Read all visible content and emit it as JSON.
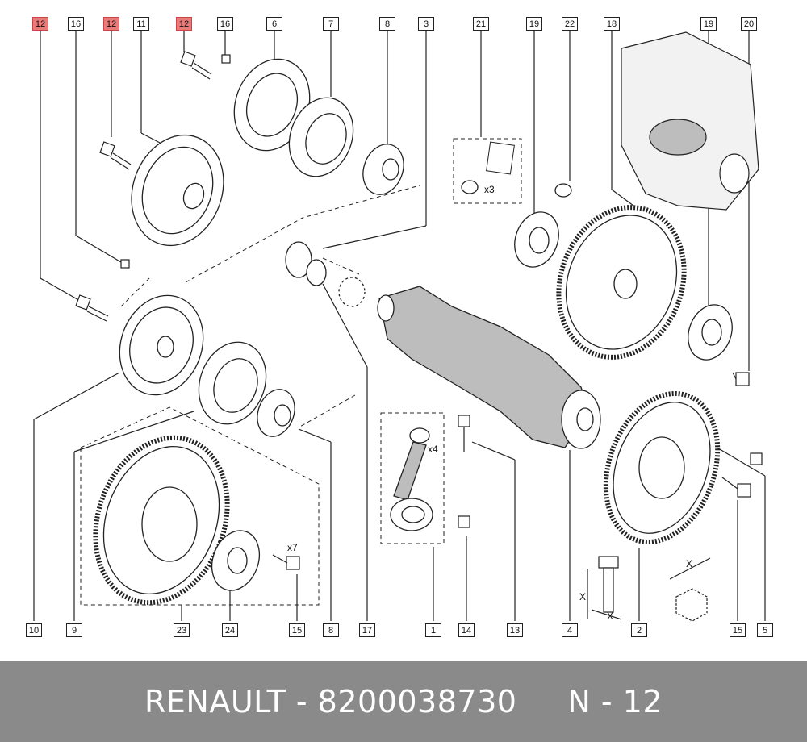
{
  "diagram": {
    "top_callouts": [
      "12",
      "16",
      "12",
      "11",
      "12",
      "16",
      "6",
      "7",
      "8",
      "3",
      "21",
      "19",
      "22",
      "18",
      "19",
      "20"
    ],
    "highlighted_value": "12",
    "bottom_callouts": [
      "10",
      "9",
      "23",
      "24",
      "15",
      "8",
      "17",
      "1",
      "14",
      "13",
      "4",
      "2",
      "15",
      "5"
    ],
    "quantities": {
      "x3": "x3",
      "x4": "x4",
      "x7": "x7"
    },
    "measure_labels": {
      "x_label": "X",
      "x_label_2": "X",
      "x_label_3": "X"
    },
    "colors": {
      "highlight": "#e87a7a",
      "line": "#222222",
      "footer_bg": "#8a8a8a",
      "footer_text": "#ffffff"
    }
  },
  "footer": {
    "brand": "RENAULT",
    "separator": " - ",
    "part_number": "8200038730",
    "position_label": "N - 12"
  }
}
